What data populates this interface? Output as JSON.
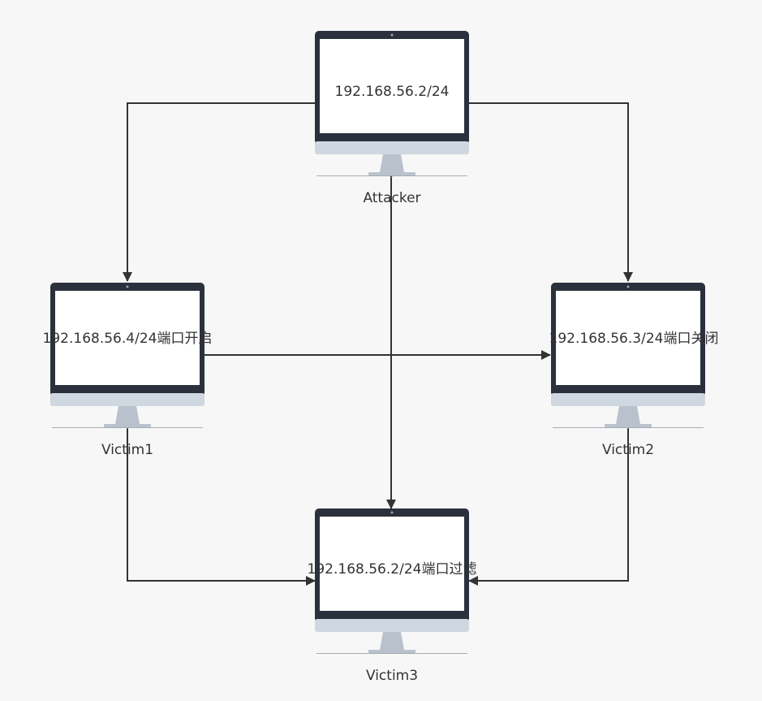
{
  "nodes": {
    "attacker": {
      "ip_label": "192.168.56.2/24",
      "caption": "Attacker"
    },
    "victim1": {
      "ip_label": "192.168.56.4/24端口开启",
      "caption": "Victim1"
    },
    "victim2": {
      "ip_label": "192.168.56.3/24端口关闭",
      "caption": "Victim2"
    },
    "victim3": {
      "ip_label": "192.168.56.2/24端口过滤",
      "caption": "Victim3"
    }
  },
  "colors": {
    "background": "#f7f7f7",
    "monitor_frame": "#2b313c",
    "monitor_screen": "#ffffff",
    "monitor_chin": "#cfd7e0",
    "monitor_stand": "#b9c2cc",
    "connector": "#333333"
  }
}
